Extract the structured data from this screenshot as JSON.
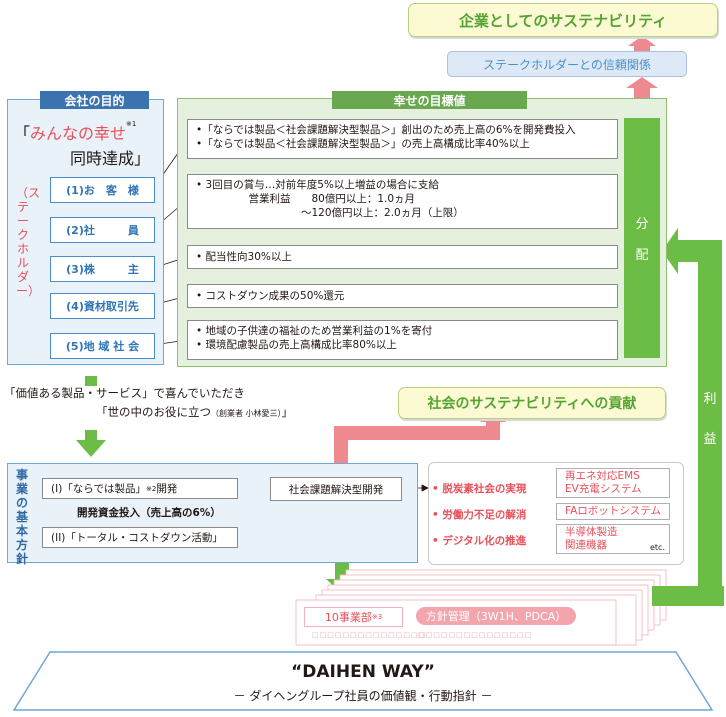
{
  "top": {
    "corporate_sustainability": "企業としてのサステナビリティ",
    "stakeholder_trust": "ステークホルダーとの信頼関係"
  },
  "purpose": {
    "header": "会社の目的",
    "happiness": "みんなの幸せ",
    "happiness_note": "※1",
    "open_bracket": "「",
    "achieve": "同時達成」",
    "stakeholder_label": "（ステークホルダー）",
    "stakeholders": [
      "(1)お　客　様",
      "(2)社　　　員",
      "(3)株　　　主",
      "(4)資材取引先",
      "(5)地 域 社 会"
    ]
  },
  "goals": {
    "header": "幸せの目標値",
    "items": [
      [
        "•「ならでは製品＜社会課題解決型製品＞」創出のため売上高の6%を開発費投入",
        "•「ならでは製品＜社会課題解決型製品＞」の売上高構成比率40%以上"
      ],
      [
        "• 3回目の賞与…対前年度5%以上増益の場合に支給",
        "　　　　　営業利益　　80億円以上：1.0ヵ月",
        "　　　　　　　　　　～120億円以上：2.0ヵ月（上限）"
      ],
      [
        "• 配当性向30%以上"
      ],
      [
        "• コストダウン成果の50%還元"
      ],
      [
        "• 地域の子供達の福祉のため営業利益の1%を寄付",
        "• 環境配慮製品の売上高構成比率80%以上"
      ]
    ],
    "distribution": [
      "分",
      "配"
    ]
  },
  "middle": {
    "quote1": "「価値ある製品・サービス」で喜んでいただき",
    "quote2": "「世の中のお役に立つ",
    "quote2_author": "（創業者 小林愛三）",
    "quote2_end": "」",
    "social_sustainability": "社会のサステナビリティへの貢献",
    "profit": [
      "利",
      "益"
    ]
  },
  "policy": {
    "title": "事業の基本方針",
    "item1": "(I)「ならでは製品」",
    "item1_note": "※2",
    "item1_suffix": " 開発",
    "funding": "開発資金投入（売上高の6%）",
    "item2": "(II)「トータル・コストダウン活動」",
    "social_dev": "社会課題解決型開発"
  },
  "solutions": {
    "items": [
      {
        "label": "• 脱炭素社会の実現",
        "products": [
          "再エネ対応EMS",
          "EV充電システム"
        ]
      },
      {
        "label": "• 労働力不足の解消",
        "products": [
          "FAロボットシステム"
        ]
      },
      {
        "label": "• デジタル化の推進",
        "products": [
          "半導体製造",
          "関連機器"
        ]
      }
    ],
    "etc": "etc."
  },
  "divisions": {
    "label": "10事業部",
    "note": "※3",
    "management": "方針管理（3W1H、PDCA）",
    "placeholder_dots": "□□□□□□□□□□□□□□□"
  },
  "daihen_way": {
    "title": "“DAIHEN WAY”",
    "subtitle": "－ ダイヘングループ社員の価値観・行動指針 －"
  },
  "colors": {
    "green_arrow": "#6cbd45",
    "pink_arrow": "#ee8a8f",
    "blue_header": "#3a73b0",
    "green_header": "#6aa84f",
    "accent_red": "#e8505b"
  }
}
